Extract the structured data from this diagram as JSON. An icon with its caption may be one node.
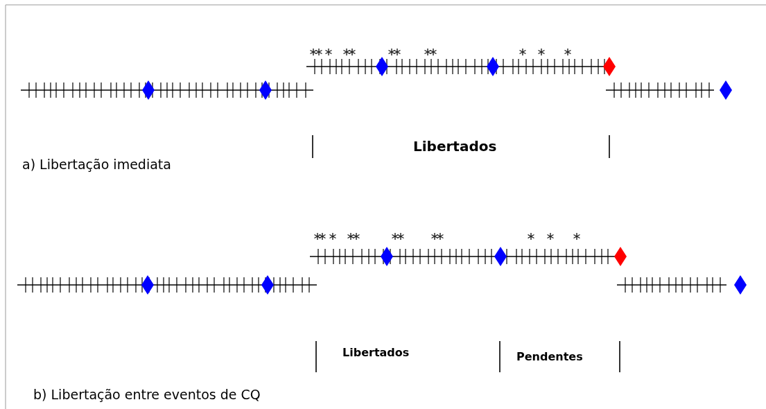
{
  "diagram": {
    "labels": [
      "Libertados",
      "a) Libertação imediata",
      "Libertados",
      "Pendentes",
      "b) Libertação entre eventos de CQ"
    ]
  }
}
